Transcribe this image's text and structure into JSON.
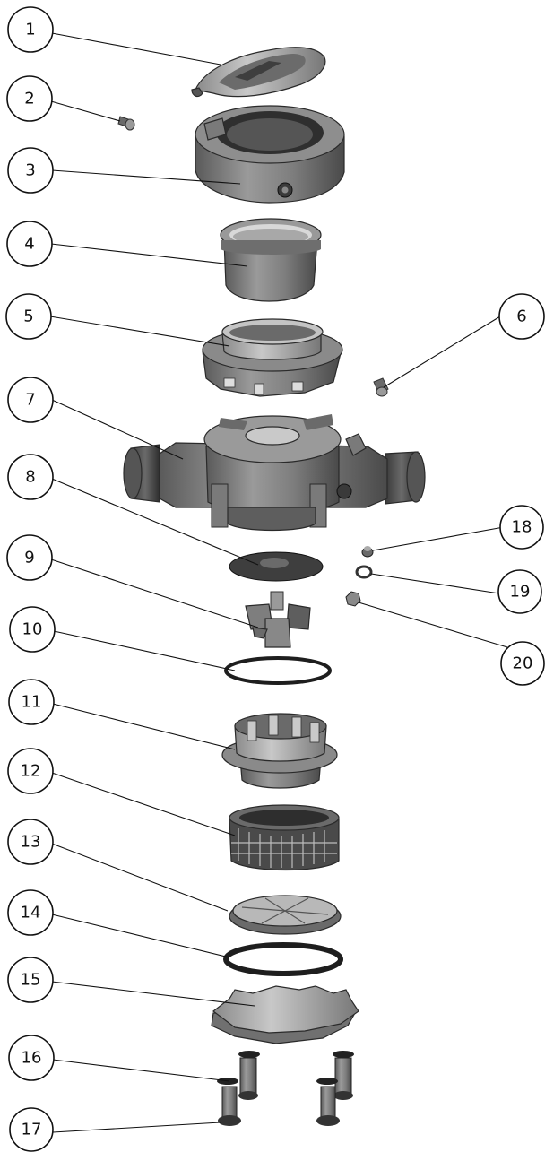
{
  "callouts": [
    {
      "id": 1,
      "label": "1"
    },
    {
      "id": 2,
      "label": "2"
    },
    {
      "id": 3,
      "label": "3"
    },
    {
      "id": 4,
      "label": "4"
    },
    {
      "id": 5,
      "label": "5"
    },
    {
      "id": 6,
      "label": "6"
    },
    {
      "id": 7,
      "label": "7"
    },
    {
      "id": 8,
      "label": "8"
    },
    {
      "id": 9,
      "label": "9"
    },
    {
      "id": 10,
      "label": "10"
    },
    {
      "id": 11,
      "label": "11"
    },
    {
      "id": 12,
      "label": "12"
    },
    {
      "id": 13,
      "label": "13"
    },
    {
      "id": 14,
      "label": "14"
    },
    {
      "id": 15,
      "label": "15"
    },
    {
      "id": 16,
      "label": "16"
    },
    {
      "id": 17,
      "label": "17"
    },
    {
      "id": 18,
      "label": "18"
    },
    {
      "id": 19,
      "label": "19"
    },
    {
      "id": 20,
      "label": "20"
    }
  ]
}
